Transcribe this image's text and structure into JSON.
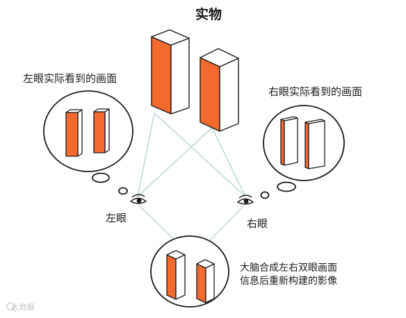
{
  "title": "实物",
  "left_eye_view_caption": "左眼实际看到的画面",
  "right_eye_view_caption": "右眼实际看到的画面",
  "left_eye_label": "左眼",
  "right_eye_label": "右眼",
  "brain_caption_line1": "大脑合成左右双眼画面",
  "brain_caption_line2": "信息后重新构建的影像",
  "watermark": "大数据",
  "colors": {
    "orange": "#f26a2e",
    "outline": "#1a1a1a",
    "sight_line": "#a9cfd0",
    "background": "#ffffff"
  },
  "icons": [
    "eye-icon",
    "thought-bubble",
    "block-3d"
  ]
}
